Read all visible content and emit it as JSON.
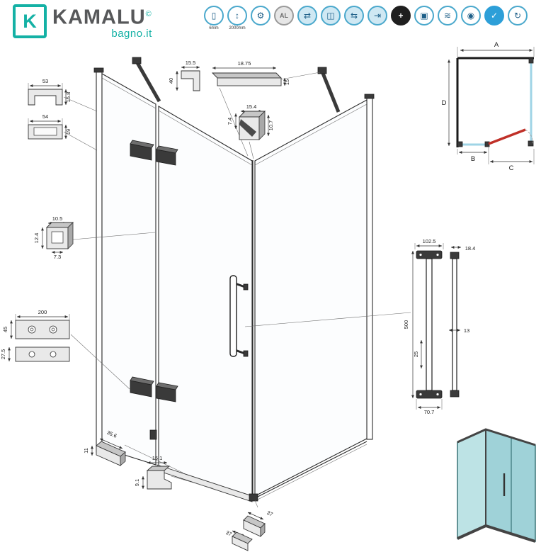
{
  "brand": {
    "logo_letter": "K",
    "name": "KAMALU",
    "copyright": "©",
    "site": "bagno.it"
  },
  "colors": {
    "accent": "#14b1a5",
    "door_open_red": "#c03028",
    "plan_glass_blue": "#9fd4e6",
    "render_glass_teal": "#7cc7cb"
  },
  "feature_icons": [
    {
      "name": "glass-thickness-icon",
      "glyph": "▯",
      "caption": "6mm"
    },
    {
      "name": "height-icon",
      "glyph": "↕",
      "caption": "2000mm"
    },
    {
      "name": "adjustable-icon",
      "glyph": "⚙",
      "caption": ""
    },
    {
      "name": "aluminium-icon",
      "glyph": "AL",
      "caption": ""
    },
    {
      "name": "reversible-icon",
      "glyph": "⇄",
      "caption": ""
    },
    {
      "name": "shower-panel-icon",
      "glyph": "◫",
      "caption": ""
    },
    {
      "name": "double-entry-icon",
      "glyph": "⇆",
      "caption": ""
    },
    {
      "name": "wall-fixing-icon",
      "glyph": "⇥",
      "caption": ""
    },
    {
      "name": "extension-profile-icon",
      "glyph": "+",
      "caption": ""
    },
    {
      "name": "tempered-glass-icon",
      "glyph": "▣",
      "caption": ""
    },
    {
      "name": "easy-clean-icon",
      "glyph": "≋",
      "caption": ""
    },
    {
      "name": "anti-limescale-icon",
      "glyph": "◉",
      "caption": ""
    },
    {
      "name": "water-drop-icon",
      "glyph": "✓",
      "caption": ""
    },
    {
      "name": "recyclable-icon",
      "glyph": "↻",
      "caption": ""
    }
  ],
  "plan": {
    "top": "A",
    "bottom_left": "B",
    "bottom_right": "C",
    "left": "D"
  },
  "dims": {
    "wall_bracket_a_width": "53",
    "wall_bracket_a_depth": "15.8",
    "wall_bracket_b_width": "54",
    "wall_bracket_b_depth": "19",
    "glass_clamp_width": "10.5",
    "glass_clamp_height": "12.4",
    "glass_clamp_inner": "7.3",
    "mounting_plate_length": "200",
    "mounting_plate_height": "45",
    "mounting_strip_height": "27.5",
    "top_profile_width": "15.5",
    "top_profile_height": "40",
    "top_bar_length": "18.75",
    "top_bar_height": "15",
    "corner_joint_width": "15.4",
    "corner_joint_left": "7.4",
    "corner_joint_right": "10.7",
    "handle_hole_spacing": "102.5",
    "handle_length": "500",
    "handle_tube": "25",
    "handle_base_width": "70.7",
    "handle_side_depth": "18.4",
    "handle_bar_width": "13",
    "bottom_seal_length": "35.6",
    "bottom_seal_height": "11",
    "threshold_width": "15.1",
    "threshold_height": "9.1",
    "corner_cap_a": "37",
    "corner_cap_b": "37"
  }
}
